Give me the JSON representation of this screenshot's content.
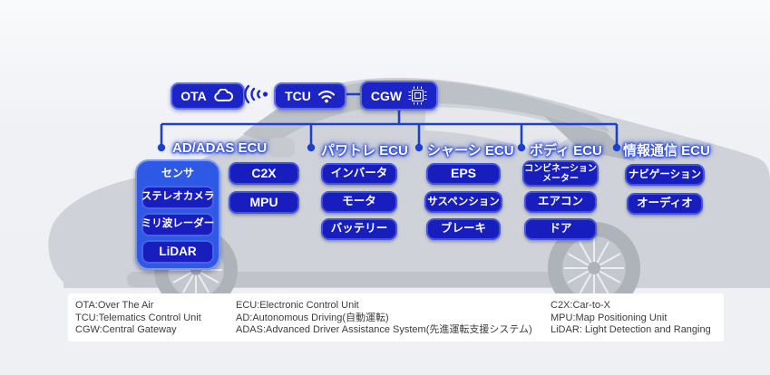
{
  "gateway": {
    "ota": "OTA",
    "tcu": "TCU",
    "cgw": "CGW",
    "icons": [
      "cloud-icon",
      "radio-waves-icon",
      "wifi-icon",
      "chip-icon"
    ]
  },
  "branches": [
    {
      "label": "AD/ADAS ECU",
      "sensor_group": {
        "title": "センサ",
        "sensors": [
          "ステレオカメラ",
          "ミリ波レーダー",
          "LiDAR"
        ]
      },
      "modules": [
        "C2X",
        "MPU"
      ]
    },
    {
      "label": "パワトレ ECU",
      "modules": [
        "インバータ",
        "モータ",
        "バッテリー"
      ]
    },
    {
      "label": "シャーシ ECU",
      "modules": [
        "EPS",
        "サスペンション",
        "ブレーキ"
      ]
    },
    {
      "label": "ボディ ECU",
      "modules": [
        "コンビネーション\nメーター",
        "エアコン",
        "ドア"
      ]
    },
    {
      "label": "情報通信 ECU",
      "modules": [
        "ナビゲーション",
        "オーディオ"
      ]
    }
  ],
  "legend": {
    "columns": [
      {
        "lines": [
          "OTA:Over The Air",
          "TCU:Telematics Control Unit",
          "CGW:Central Gateway"
        ]
      },
      {
        "lines": [
          "ECU:Electronic Control Unit",
          "AD:Autonomous Driving(自動運転)",
          "ADAS:Advanced Driver Assistance System(先進運転支援システム)"
        ]
      },
      {
        "lines": [
          "C2X:Car-to-X",
          "MPU:Map Positioning Unit",
          "LiDAR: Light Detection and Ranging"
        ]
      }
    ]
  },
  "colors": {
    "module_blue": "#181dbd",
    "module_border": "#4254de",
    "sensor_group_blue": "#2e59e4",
    "connector_blue": "#1d40cf",
    "car_gray": "#cfd2d8",
    "legend_bg": "#ffffff",
    "legend_text": "#3c3c40"
  }
}
